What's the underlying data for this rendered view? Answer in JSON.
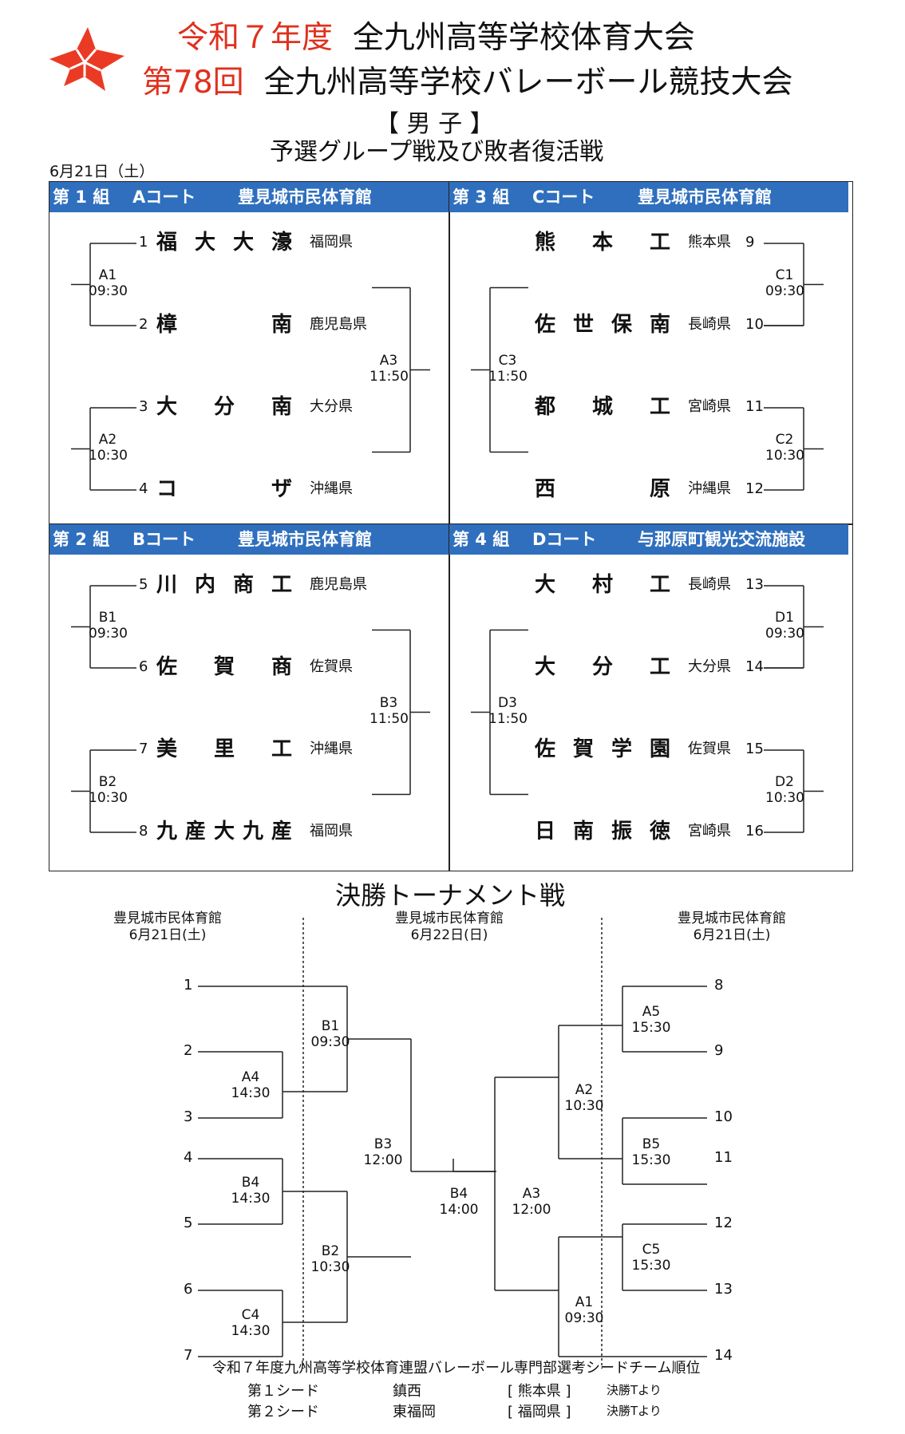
{
  "header": {
    "line1_red": "令和７年度",
    "line1_black": "全九州高等学校体育大会",
    "line2_red": "第78回",
    "line2_black": "全九州高等学校バレーボール競技大会",
    "gender": "【 男 子 】",
    "subtitle": "予選グループ戦及び敗者復活戦",
    "date": "6月21日（土）"
  },
  "groups": [
    {
      "group": "第 1 組",
      "court": "Aコート",
      "venue": "豊見城市民体育館",
      "teams": [
        {
          "seed": "1",
          "name": "福大大濠",
          "pref": "福岡県"
        },
        {
          "seed": "2",
          "name": "樟南",
          "pref": "鹿児島県"
        },
        {
          "seed": "3",
          "name": "大分南",
          "pref": "大分県"
        },
        {
          "seed": "4",
          "name": "コザ",
          "pref": "沖縄県"
        }
      ],
      "matches": [
        "A1\n09:30",
        "A2\n10:30",
        "A3\n11:50"
      ]
    },
    {
      "group": "第 3 組",
      "court": "Cコート",
      "venue": "豊見城市民体育館",
      "teams": [
        {
          "seed": "9",
          "name": "熊本工",
          "pref": "熊本県"
        },
        {
          "seed": "10",
          "name": "佐世保南",
          "pref": "長崎県"
        },
        {
          "seed": "11",
          "name": "都城工",
          "pref": "宮崎県"
        },
        {
          "seed": "12",
          "name": "西原",
          "pref": "沖縄県"
        }
      ],
      "matches": [
        "C1\n09:30",
        "C2\n10:30",
        "C3\n11:50"
      ]
    },
    {
      "group": "第 2 組",
      "court": "Bコート",
      "venue": "豊見城市民体育館",
      "teams": [
        {
          "seed": "5",
          "name": "川内商工",
          "pref": "鹿児島県"
        },
        {
          "seed": "6",
          "name": "佐賀商",
          "pref": "佐賀県"
        },
        {
          "seed": "7",
          "name": "美里工",
          "pref": "沖縄県"
        },
        {
          "seed": "8",
          "name": "九産大九産",
          "pref": "福岡県"
        }
      ],
      "matches": [
        "B1\n09:30",
        "B2\n10:30",
        "B3\n11:50"
      ]
    },
    {
      "group": "第 4 組",
      "court": "Dコート",
      "venue": "与那原町観光交流施設",
      "teams": [
        {
          "seed": "13",
          "name": "大村工",
          "pref": "長崎県"
        },
        {
          "seed": "14",
          "name": "大分工",
          "pref": "大分県"
        },
        {
          "seed": "15",
          "name": "佐賀学園",
          "pref": "佐賀県"
        },
        {
          "seed": "16",
          "name": "日南振徳",
          "pref": "宮崎県"
        }
      ],
      "matches": [
        "D1\n09:30",
        "D2\n10:30",
        "D3\n11:50"
      ]
    }
  ],
  "final": {
    "title": "決勝トーナメント戦",
    "venue_left": "豊見城市民体育館\n6月21日(土)",
    "venue_center": "豊見城市民体育館\n6月22日(日)",
    "venue_right": "豊見城市民体育館\n6月21日(土)",
    "left_nums": [
      "1",
      "2",
      "3",
      "4",
      "5",
      "6",
      "7"
    ],
    "right_nums": [
      "8",
      "9",
      "10",
      "11",
      "12",
      "13",
      "14"
    ],
    "matches": {
      "A4": "A4\n14:30",
      "B4L": "B4\n14:30",
      "C4": "C4\n14:30",
      "B1": "B1\n09:30",
      "B2": "B2\n10:30",
      "B3": "B3\n12:00",
      "B4C": "B4\n14:00",
      "A3": "A3\n12:00",
      "A2": "A2\n10:30",
      "A1": "A1\n09:30",
      "A5": "A5\n15:30",
      "B5": "B5\n15:30",
      "C5": "C5\n15:30"
    }
  },
  "footer": {
    "heading": "令和７年度九州高等学校体育連盟バレーボール専門部選考シードチーム順位",
    "seeds": [
      {
        "rank": "第１シード",
        "team": "鎮西",
        "pref": "[ 熊本県 ]",
        "note": "決勝Tより"
      },
      {
        "rank": "第２シード",
        "team": "東福岡",
        "pref": "[ 福岡県 ]",
        "note": "決勝Tより"
      }
    ]
  }
}
